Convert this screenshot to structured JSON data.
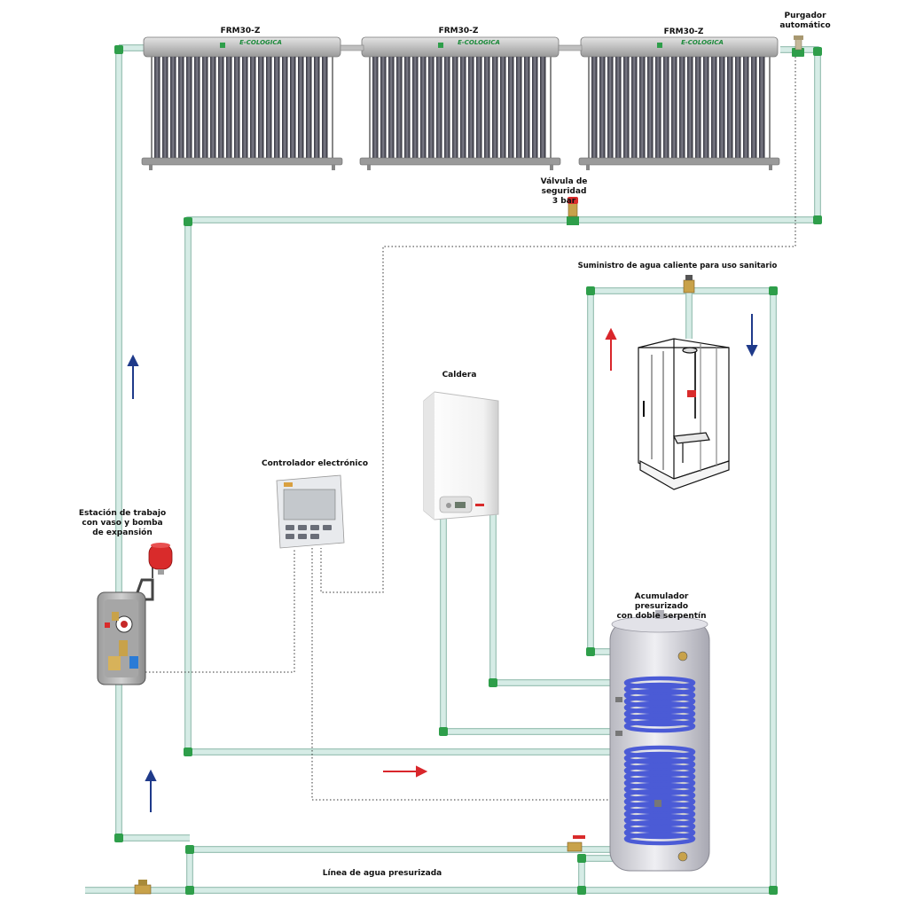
{
  "panels": [
    {
      "model": "FRM30-Z",
      "brand": "E-COLOGICA"
    },
    {
      "model": "FRM30-Z",
      "brand": "E-COLOGICA"
    },
    {
      "model": "FRM30-Z",
      "brand": "E-COLOGICA"
    }
  ],
  "labels": {
    "air_vent": "Purgador\nautomático",
    "safety_valve": "Válvula de\nseguridad\n3 bar",
    "dhw_supply": "Suministro de agua caliente para uso sanitario",
    "boiler": "Caldera",
    "controller": "Controlador electrónico",
    "pump_station": "Estación de trabajo\ncon vaso y bomba\nde expansión",
    "tank": "Acumulador presurizado\ncon doble serpentín",
    "pressurized_line": "Línea de agua presurizada"
  },
  "colors": {
    "pipe": "#d6ece6",
    "pipe_edge": "#9fc4b8",
    "fitting": "#2e9e4a",
    "flow_hot": "#d9262b",
    "flow_cold": "#1f3a8a",
    "tank_body": "#d9d9e0",
    "coil": "#4b5bd6",
    "expansion_vessel": "#d92b2b"
  },
  "icons": [
    "solar-collector-icon",
    "air-vent-icon",
    "safety-valve-icon",
    "shower-cabin-icon",
    "boiler-icon",
    "controller-icon",
    "pump-station-icon",
    "expansion-vessel-icon",
    "storage-tank-icon",
    "ball-valve-icon"
  ]
}
